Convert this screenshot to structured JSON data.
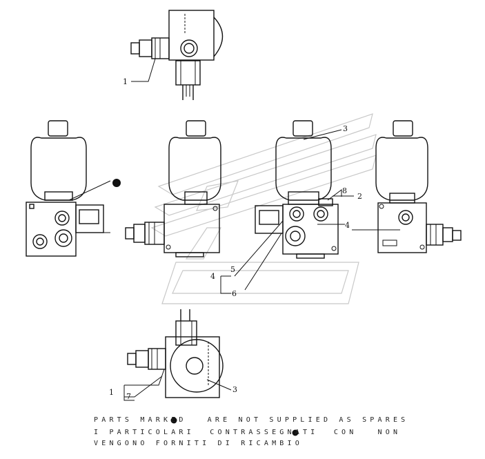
{
  "callouts": {
    "top_view": "1",
    "bottom_view_a": "1",
    "bottom_view_b": "7",
    "bottom_view_c": "3",
    "acc_top": "3",
    "side_2": "2",
    "side_8": "8",
    "side_4a": "4",
    "side_4b": "4",
    "side_5": "5",
    "side_6": "6"
  },
  "notes": {
    "line1_a": "PARTS MARKED",
    "line1_b": "ARE NOT SUPPLIED AS SPARES",
    "line2_a": "I PARTICOLARI  CONTRASSEGNATI  CON",
    "line2_b": "NON",
    "line3": "VENGONO FORNITI DI RICAMBIO"
  },
  "icons": {
    "bullet": "filled-circle-icon"
  },
  "colors": {
    "ink": "#111111",
    "watermark": "#c8c8c8"
  }
}
